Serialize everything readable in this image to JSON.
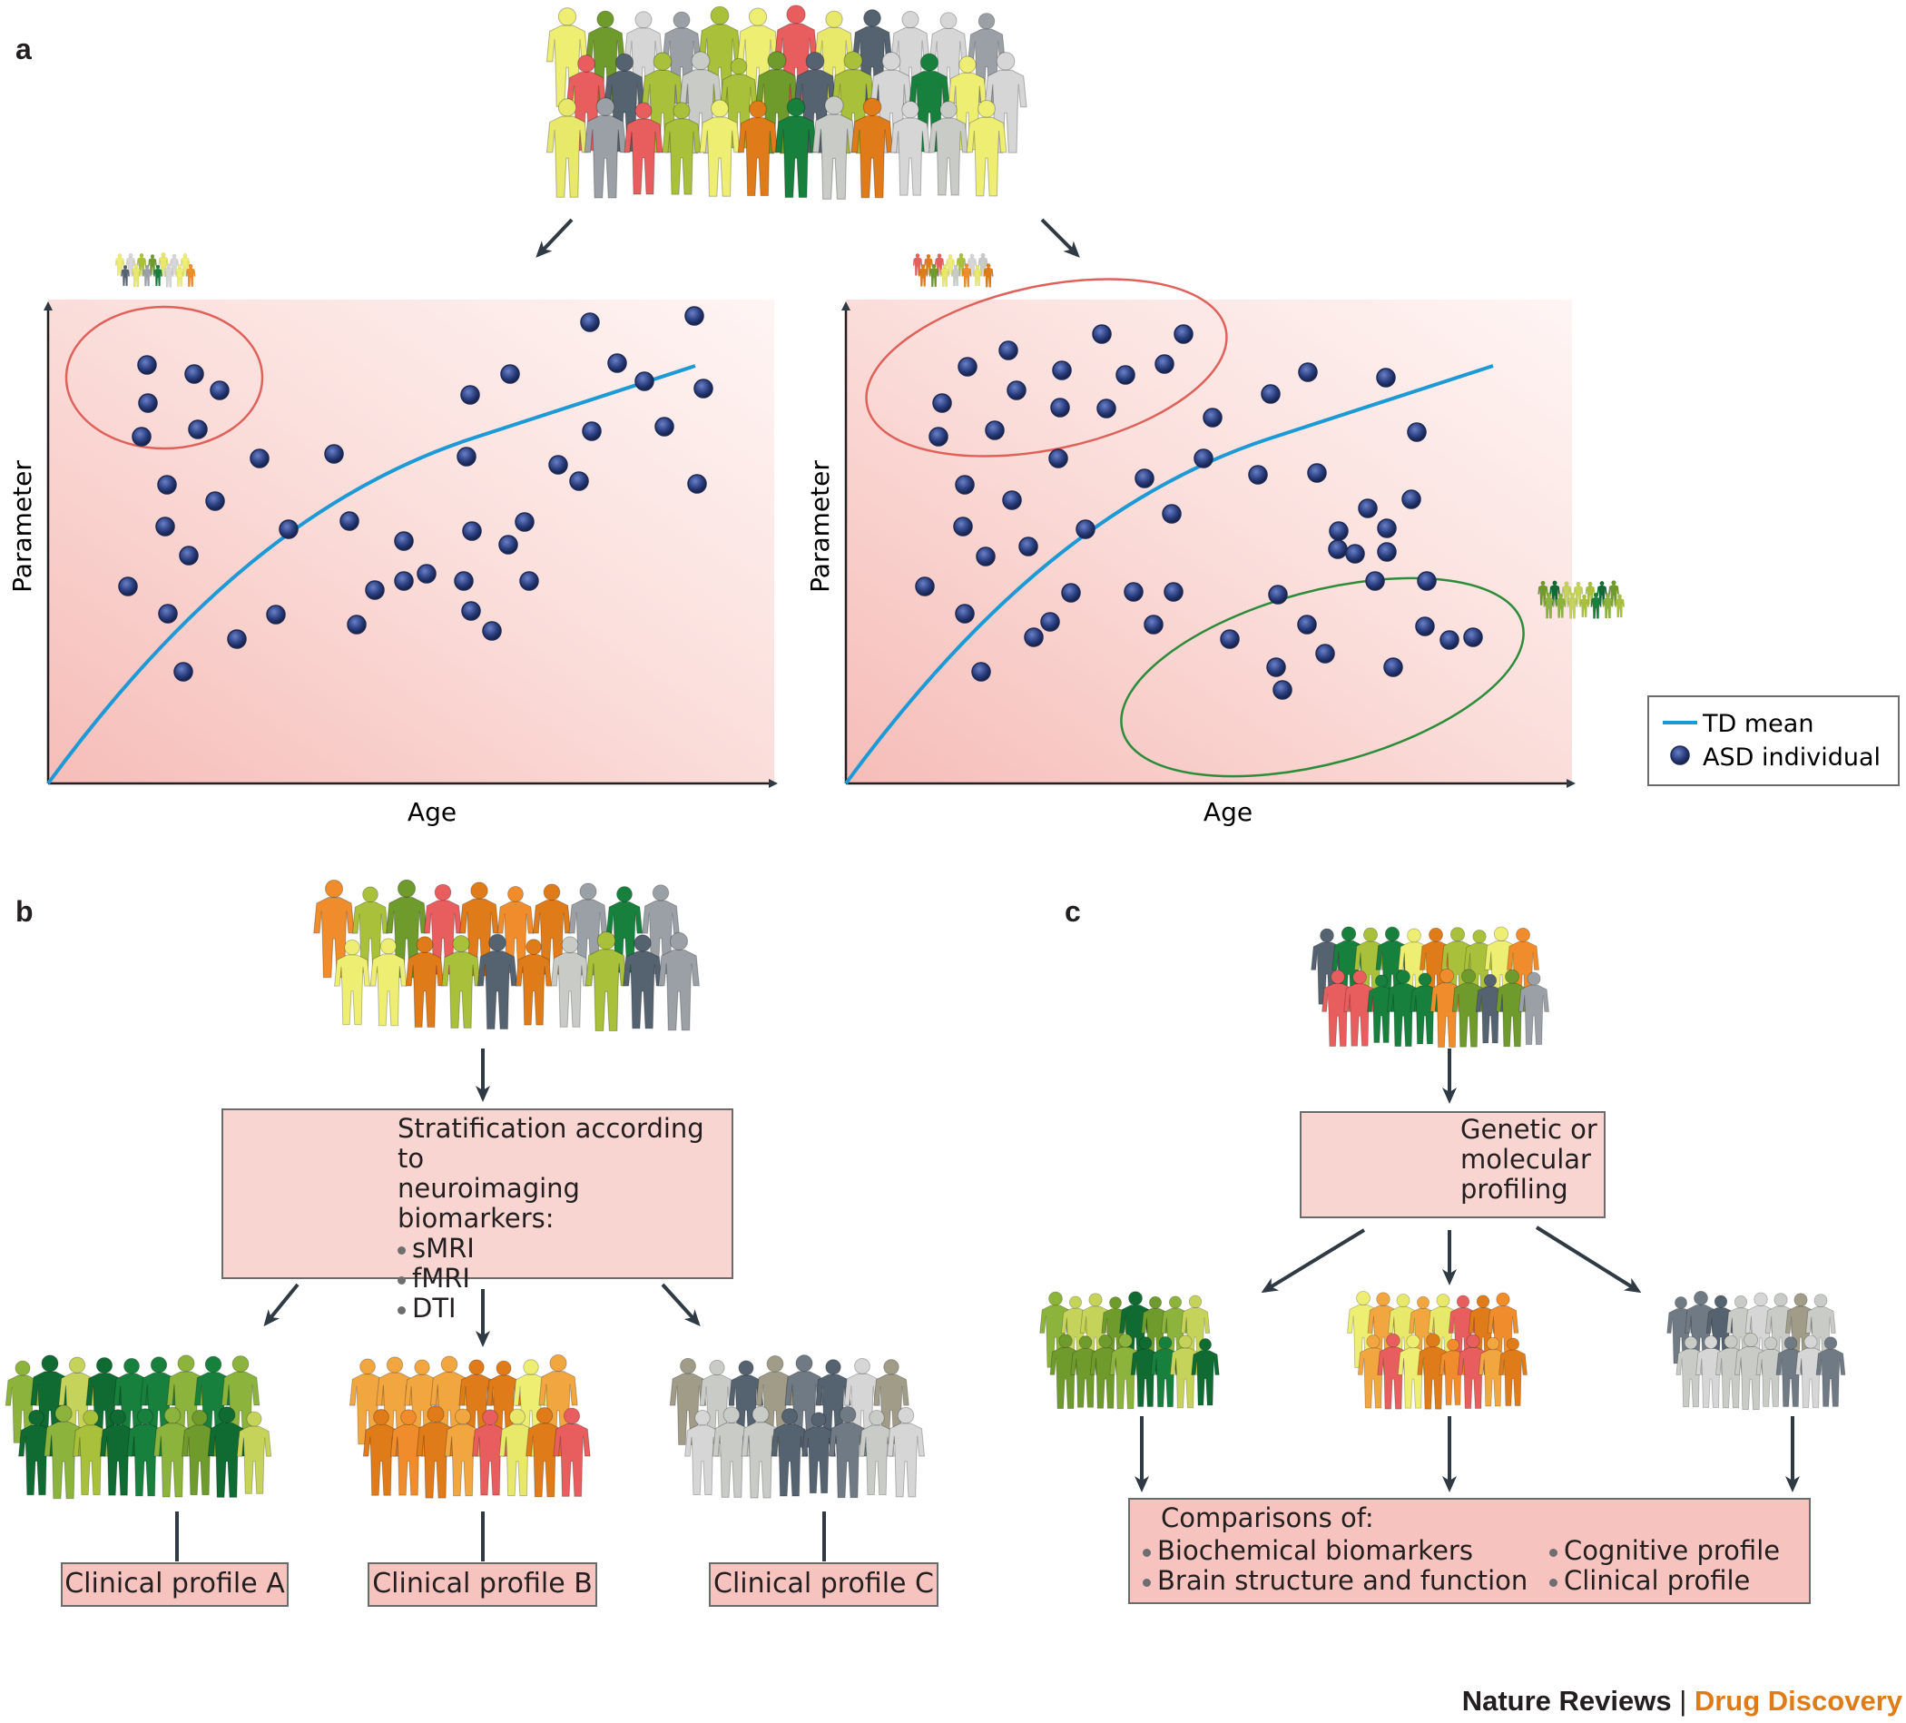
{
  "panels": {
    "a": "a",
    "b": "b",
    "c": "c"
  },
  "panel_a": {
    "left_plot": {
      "xlabel": "Age",
      "ylabel": "Parameter"
    },
    "right_plot": {
      "xlabel": "Age",
      "ylabel": "Parameter"
    },
    "legend": {
      "line_label": "TD mean",
      "dot_label": "ASD individual"
    }
  },
  "panel_b": {
    "box_title": "Stratification according to neuroimaging biomarkers:",
    "box_title_line1": "Stratification according to",
    "box_title_line2": "neuroimaging biomarkers:",
    "modalities": [
      "sMRI",
      "fMRI",
      "DTI"
    ],
    "profiles": [
      "Clinical profile A",
      "Clinical profile B",
      "Clinical profile C"
    ]
  },
  "panel_c": {
    "box_line1": "Genetic or",
    "box_line2": "molecular",
    "box_line3": "profiling",
    "comparisons_title": "Comparisons of:",
    "comparisons_left": [
      "Biochemical biomarkers",
      "Brain structure and function"
    ],
    "comparisons_right": [
      "Cognitive profile",
      "Clinical profile"
    ]
  },
  "footer": {
    "journal": "Nature Reviews",
    "separator": " | ",
    "section": "Drug Discovery"
  },
  "colors": {
    "td_line": "#1d9ad6",
    "dot": "#2b3f80",
    "plot_bg": "#f6c0bb",
    "ellipse_red": "#e0615a",
    "ellipse_green": "#2e8b3a",
    "accent_orange": "#e07b1a"
  }
}
